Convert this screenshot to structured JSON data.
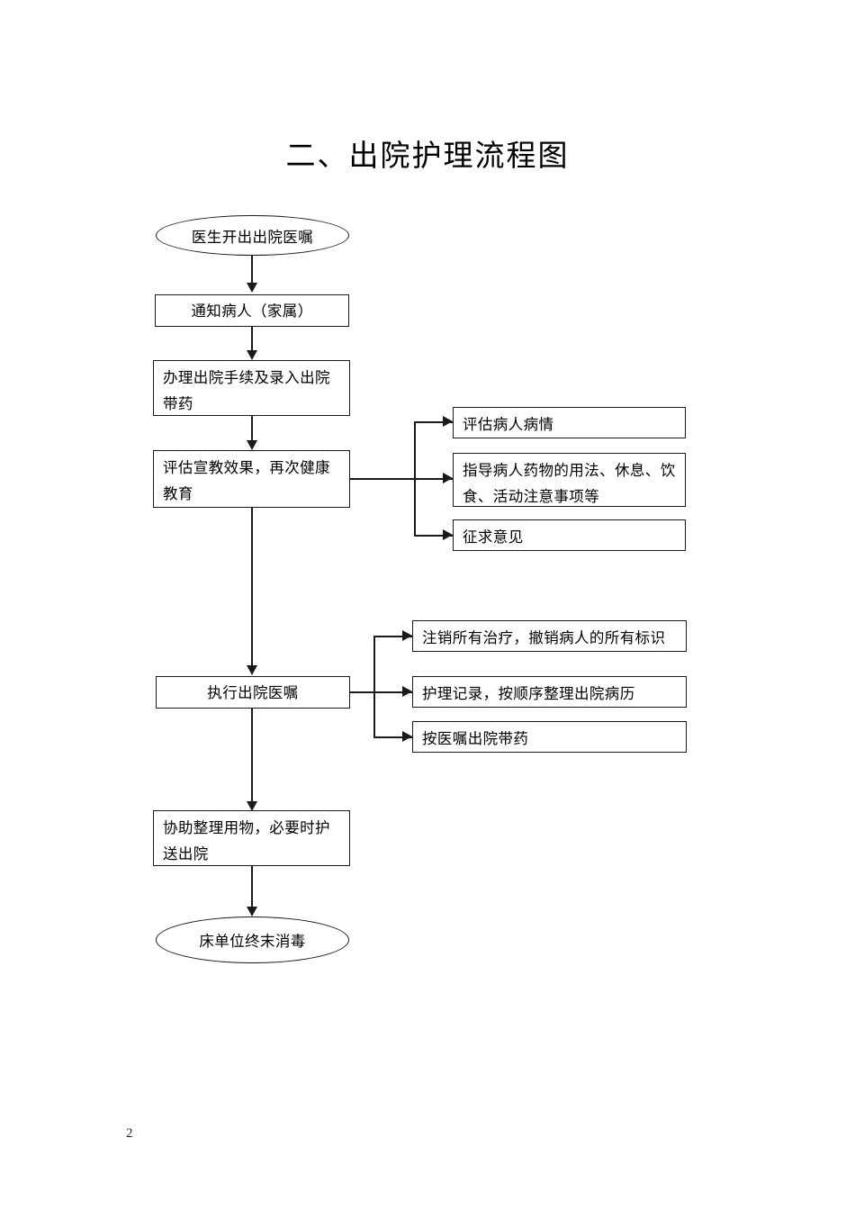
{
  "document": {
    "title": "二、出院护理流程图",
    "page_number": "2"
  },
  "flowchart": {
    "main_nodes": [
      {
        "id": "start",
        "shape": "oval",
        "label": "医生开出出院医嘱"
      },
      {
        "id": "notify",
        "shape": "rect",
        "label": "通知病人（家属）"
      },
      {
        "id": "procedures",
        "shape": "rect",
        "label": "办理出院手续及录入出院带药"
      },
      {
        "id": "education",
        "shape": "rect",
        "label": "评估宣教效果，再次健康教育"
      },
      {
        "id": "execute",
        "shape": "rect",
        "label": "执行出院医嘱"
      },
      {
        "id": "assist",
        "shape": "rect",
        "label": "协助整理用物，必要时护送出院"
      },
      {
        "id": "end",
        "shape": "oval",
        "label": "床单位终末消毒"
      }
    ],
    "branch_group_education": [
      {
        "id": "assess",
        "label": "评估病人病情"
      },
      {
        "id": "guide",
        "label": "指导病人药物的用法、休息、饮食、活动注意事项等"
      },
      {
        "id": "opinion",
        "label": "征求意见"
      }
    ],
    "branch_group_execute": [
      {
        "id": "cancel",
        "label": "注销所有治疗，撤销病人的所有标识"
      },
      {
        "id": "record",
        "label": "护理记录，按顺序整理出院病历"
      },
      {
        "id": "medicine",
        "label": "按医嘱出院带药"
      }
    ],
    "colors": {
      "stroke": "#1a1a1a",
      "background": "#ffffff"
    }
  }
}
